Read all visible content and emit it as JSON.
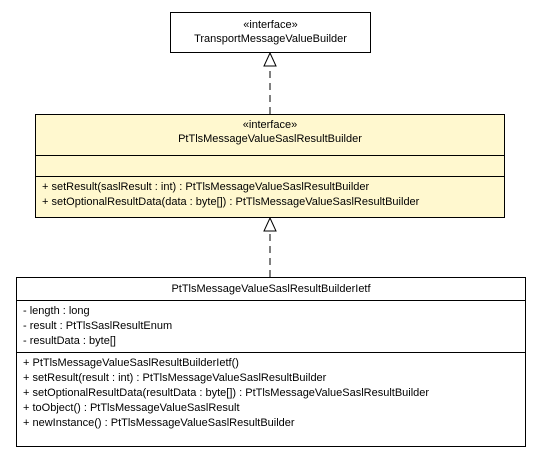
{
  "diagram": {
    "top_interface": {
      "stereotype": "«interface»",
      "name": "TransportMessageValueBuilder"
    },
    "middle_interface": {
      "stereotype": "«interface»",
      "name": "PtTlsMessageValueSaslResultBuilder",
      "attributes": [],
      "operations": [
        "+ setResult(saslResult : int) : PtTlsMessageValueSaslResultBuilder",
        "+ setOptionalResultData(data : byte[]) : PtTlsMessageValueSaslResultBuilder"
      ]
    },
    "implementation_class": {
      "name": "PtTlsMessageValueSaslResultBuilderIetf",
      "attributes": [
        "- length : long",
        "- result : PtTlsSaslResultEnum",
        "- resultData : byte[]"
      ],
      "operations": [
        "+ PtTlsMessageValueSaslResultBuilderIetf()",
        "+ setResult(result : int) : PtTlsMessageValueSaslResultBuilder",
        "+ setOptionalResultData(resultData : byte[]) : PtTlsMessageValueSaslResultBuilder",
        "+ toObject() : PtTlsMessageValueSaslResult",
        "+ newInstance() : PtTlsMessageValueSaslResultBuilder"
      ]
    }
  }
}
